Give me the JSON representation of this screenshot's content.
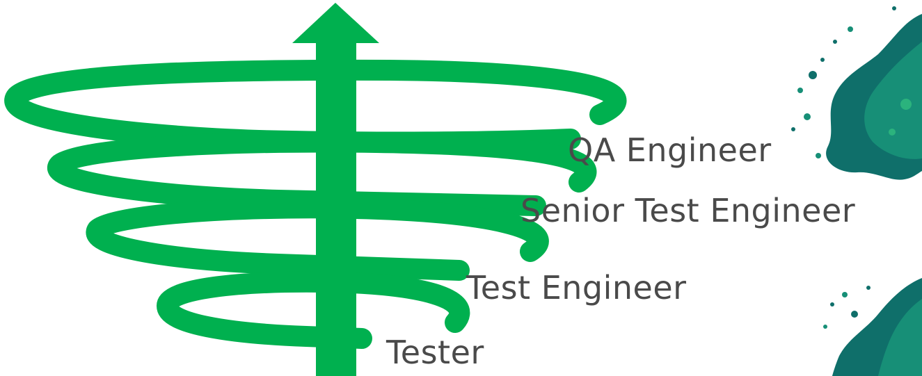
{
  "colors": {
    "spiral": "#00b04f",
    "label_text": "#4a4a4a",
    "splash_dark": "#0f6f6a",
    "splash_mid": "#178f77",
    "splash_light": "#2bb37d"
  },
  "icons": {
    "arrow": "up-arrow-icon",
    "spiral": "spiral-icon",
    "splash": "paint-splash-icon"
  },
  "levels": [
    {
      "label": "QA Engineer"
    },
    {
      "label": "Senior Test Engineer"
    },
    {
      "label": "Test Engineer"
    },
    {
      "label": "Tester"
    }
  ]
}
